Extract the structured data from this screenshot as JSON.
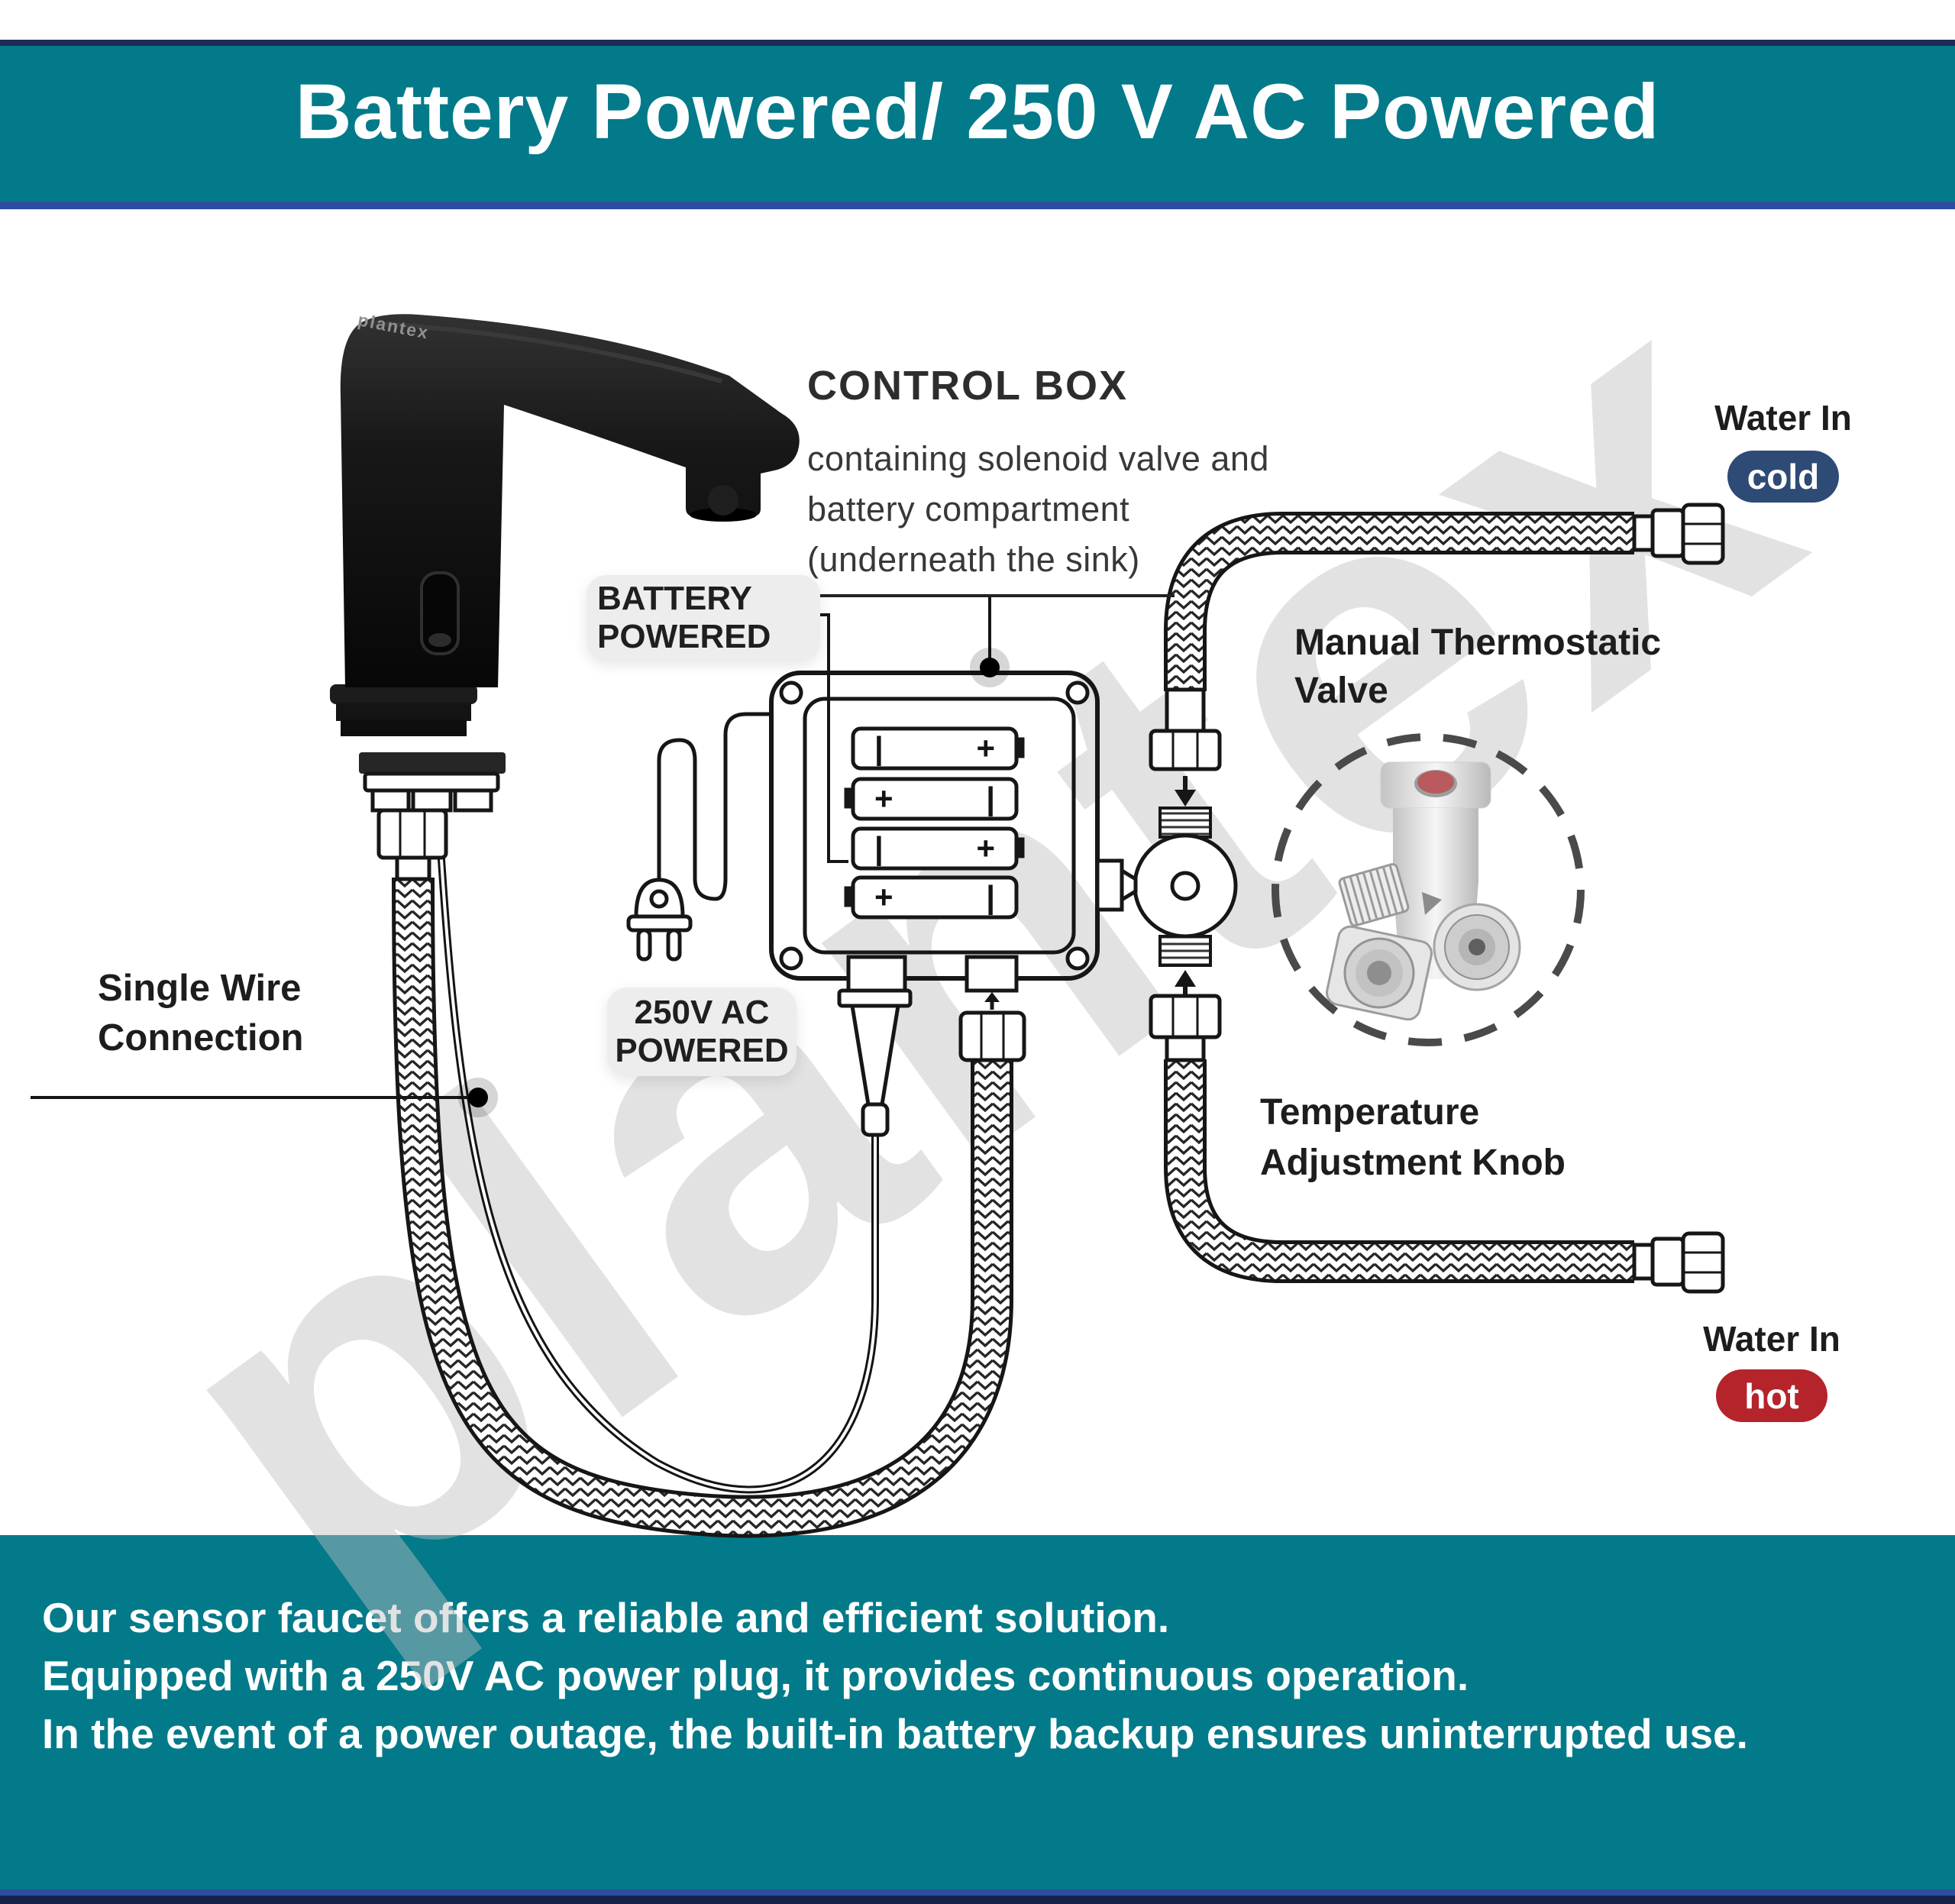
{
  "header": {
    "title": "Battery Powered/ 250 V AC Powered"
  },
  "footer": {
    "line1": "Our sensor faucet offers a reliable and efficient solution.",
    "line2": "Equipped with a 250V AC power plug, it provides continuous operation.",
    "line3": "In the event of a power outage, the built-in battery backup ensures uninterrupted use."
  },
  "watermark": {
    "text": "plantex"
  },
  "faucet": {
    "logo": "plantex"
  },
  "labels": {
    "control_box": {
      "title": "CONTROL BOX",
      "desc1": "containing solenoid valve and",
      "desc2": "battery compartment",
      "desc3": "(underneath the sink)"
    },
    "battery_powered": {
      "line1": "BATTERY",
      "line2": "POWERED"
    },
    "ac_powered": {
      "line1_bold": "250",
      "line1_rest": "V AC",
      "line2": "POWERED"
    },
    "single_wire": {
      "line1": "Single Wire",
      "line2": "Connection"
    },
    "manual_valve": {
      "line1": "Manual Thermostatic",
      "line2": "Valve"
    },
    "temp_knob": {
      "line1": "Temperature",
      "line2": "Adjustment Knob"
    },
    "water_in_cold": {
      "label": "Water In",
      "badge": "cold"
    },
    "water_in_hot": {
      "label": "Water In",
      "badge": "hot"
    }
  },
  "battery": {
    "rows": [
      {
        "left": "|",
        "right": "+"
      },
      {
        "left": "+",
        "right": "|"
      },
      {
        "left": "|",
        "right": "+"
      },
      {
        "left": "+",
        "right": "|"
      }
    ]
  },
  "colors": {
    "teal": "#037a8a",
    "navy_border": "#1c2b55",
    "blue_border": "#2d4da1",
    "cold_badge": "#2d4b75",
    "hot_badge": "#b5242b"
  }
}
